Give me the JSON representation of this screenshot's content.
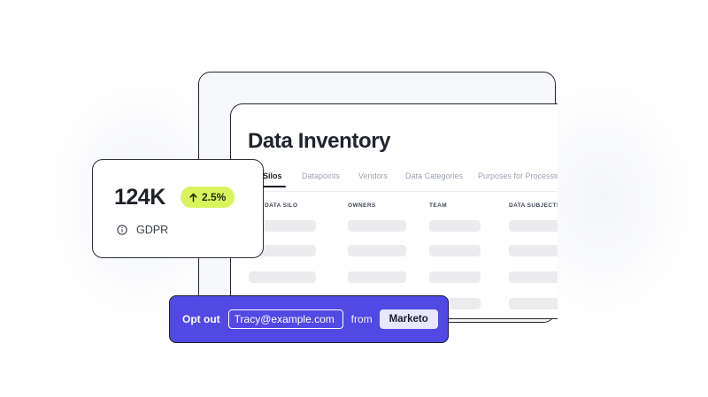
{
  "inventory": {
    "title": "Data Inventory",
    "tabs": [
      "Silos",
      "Datapoints",
      "Vendors",
      "Data Categories",
      "Purposes for Processing"
    ],
    "active_tab": "Silos",
    "columns": [
      "DATA SILO",
      "OWNERS",
      "TEAM",
      "DATA SUBJECTS"
    ],
    "row_count": 4
  },
  "stats": {
    "value": "124K",
    "trend": "2.5%",
    "label": "GDPR",
    "trend_color": "#d8f45a"
  },
  "optout": {
    "action_label": "Opt out",
    "email_value": "Tracy@example.com",
    "from_label": "from",
    "tool": "Marketo",
    "bar_color": "#5249e4"
  },
  "icons": {
    "trend": "arrow-up-icon",
    "info": "info-icon"
  }
}
